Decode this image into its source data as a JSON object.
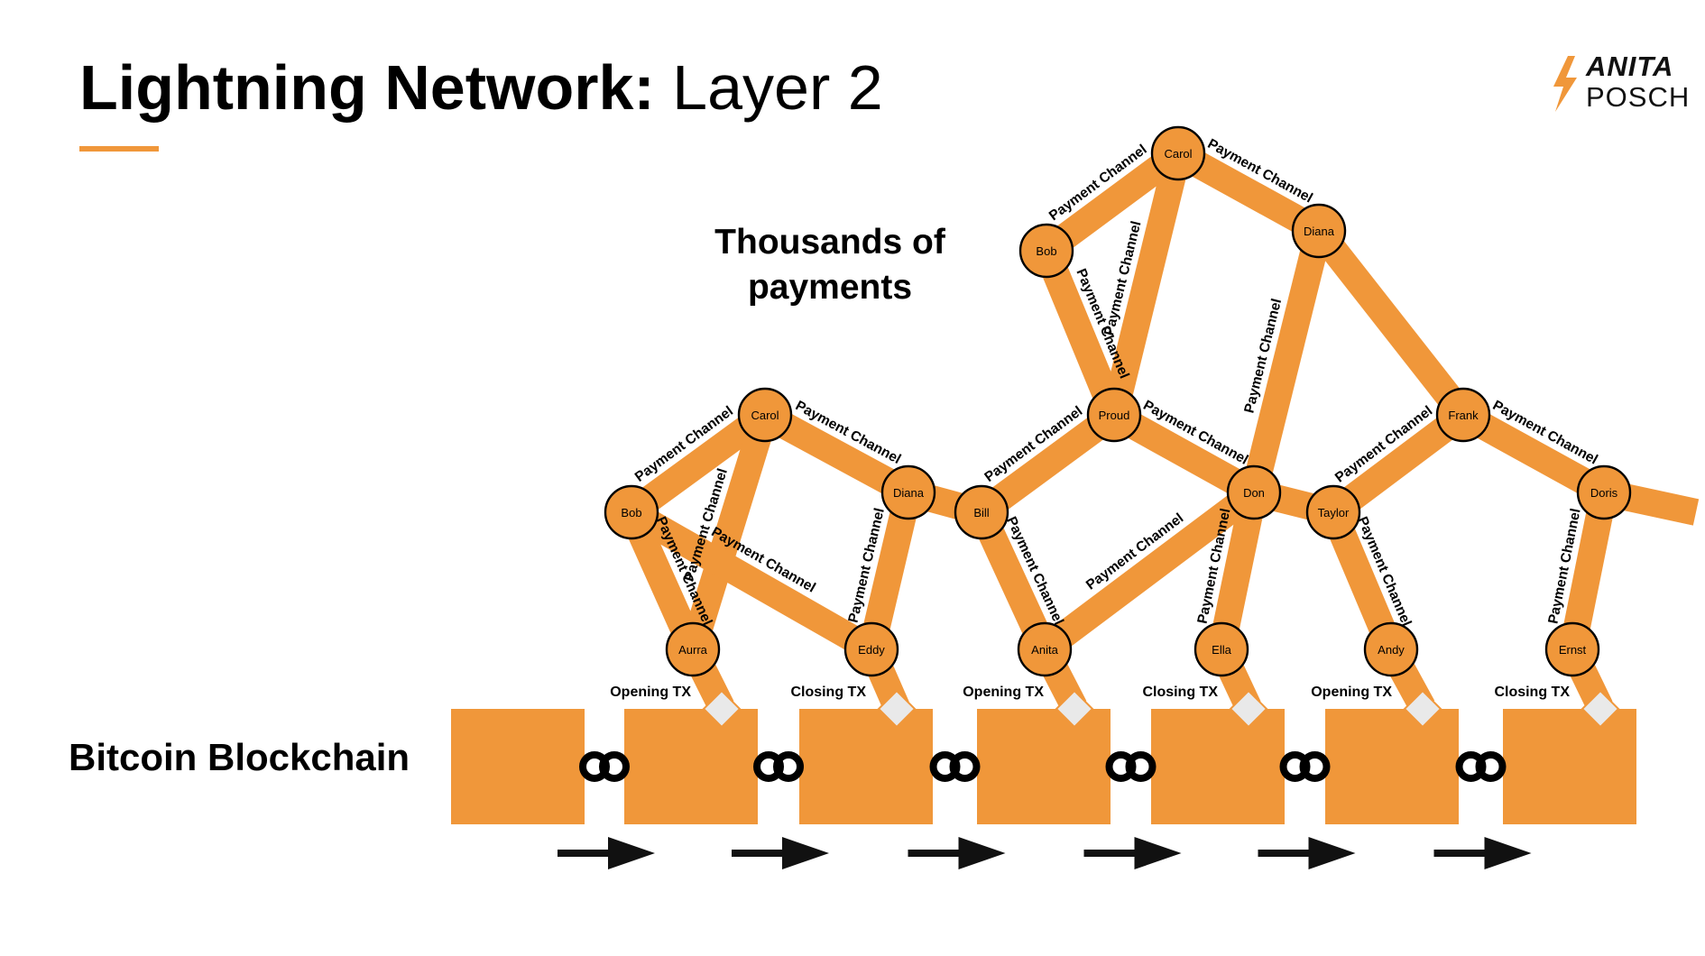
{
  "title": {
    "bold": "Lightning Network:",
    "regular": " Layer 2"
  },
  "logo": {
    "line1": "ANITA",
    "line2": "POSCH"
  },
  "subtitle": [
    "Thousands of",
    "payments"
  ],
  "chain_label": "Bitcoin Blockchain",
  "colors": {
    "accent": "#f0973a",
    "text": "#000000",
    "diamond": "#e9e9e9"
  },
  "channel_label": "Payment Channel",
  "nodes": [
    {
      "id": "bob1",
      "label": "Bob"
    },
    {
      "id": "carol1",
      "label": "Carol"
    },
    {
      "id": "diana1",
      "label": "Diana"
    },
    {
      "id": "aurra",
      "label": "Aurra"
    },
    {
      "id": "eddy",
      "label": "Eddy"
    },
    {
      "id": "bill",
      "label": "Bill"
    },
    {
      "id": "anita",
      "label": "Anita"
    },
    {
      "id": "proud",
      "label": "Proud"
    },
    {
      "id": "bob2",
      "label": "Bob"
    },
    {
      "id": "carol2",
      "label": "Carol"
    },
    {
      "id": "diana2",
      "label": "Diana"
    },
    {
      "id": "don",
      "label": "Don"
    },
    {
      "id": "ella",
      "label": "Ella"
    },
    {
      "id": "taylor",
      "label": "Taylor"
    },
    {
      "id": "andy",
      "label": "Andy"
    },
    {
      "id": "frank",
      "label": "Frank"
    },
    {
      "id": "doris",
      "label": "Doris"
    },
    {
      "id": "ernst",
      "label": "Ernst"
    }
  ],
  "channels": [
    {
      "from": "bob1",
      "to": "carol1",
      "labeled": true
    },
    {
      "from": "carol1",
      "to": "diana1",
      "labeled": true
    },
    {
      "from": "bob1",
      "to": "aurra",
      "labeled": true
    },
    {
      "from": "carol1",
      "to": "aurra",
      "labeled": true
    },
    {
      "from": "bob1",
      "to": "eddy",
      "labeled": true
    },
    {
      "from": "diana1",
      "to": "eddy",
      "labeled": true
    },
    {
      "from": "diana1",
      "to": "bill",
      "labeled": false
    },
    {
      "from": "bill",
      "to": "proud",
      "labeled": true
    },
    {
      "from": "bill",
      "to": "anita",
      "labeled": true
    },
    {
      "from": "anita",
      "to": "don",
      "labeled": true
    },
    {
      "from": "proud",
      "to": "don",
      "labeled": true
    },
    {
      "from": "bob2",
      "to": "proud",
      "labeled": true
    },
    {
      "from": "bob2",
      "to": "carol2",
      "labeled": true
    },
    {
      "from": "carol2",
      "to": "proud",
      "labeled": true
    },
    {
      "from": "carol2",
      "to": "diana2",
      "labeled": true
    },
    {
      "from": "diana2",
      "to": "don",
      "labeled": true
    },
    {
      "from": "diana2",
      "to": "frank",
      "labeled": false
    },
    {
      "from": "don",
      "to": "taylor",
      "labeled": false
    },
    {
      "from": "don",
      "to": "ella",
      "labeled": true
    },
    {
      "from": "taylor",
      "to": "frank",
      "labeled": true
    },
    {
      "from": "taylor",
      "to": "andy",
      "labeled": true
    },
    {
      "from": "frank",
      "to": "doris",
      "labeled": true
    },
    {
      "from": "doris",
      "to": "ernst",
      "labeled": true
    },
    {
      "from": "doris",
      "to": "offpage",
      "labeled": false
    }
  ],
  "blocks": [
    {
      "tx": "",
      "anchor": null
    },
    {
      "tx": "Opening TX",
      "anchor": "aurra"
    },
    {
      "tx": "Closing TX",
      "anchor": "eddy"
    },
    {
      "tx": "Opening TX",
      "anchor": "anita"
    },
    {
      "tx": "Closing TX",
      "anchor": "ella"
    },
    {
      "tx": "Opening TX",
      "anchor": "andy"
    },
    {
      "tx": "Closing TX",
      "anchor": "ernst"
    }
  ]
}
